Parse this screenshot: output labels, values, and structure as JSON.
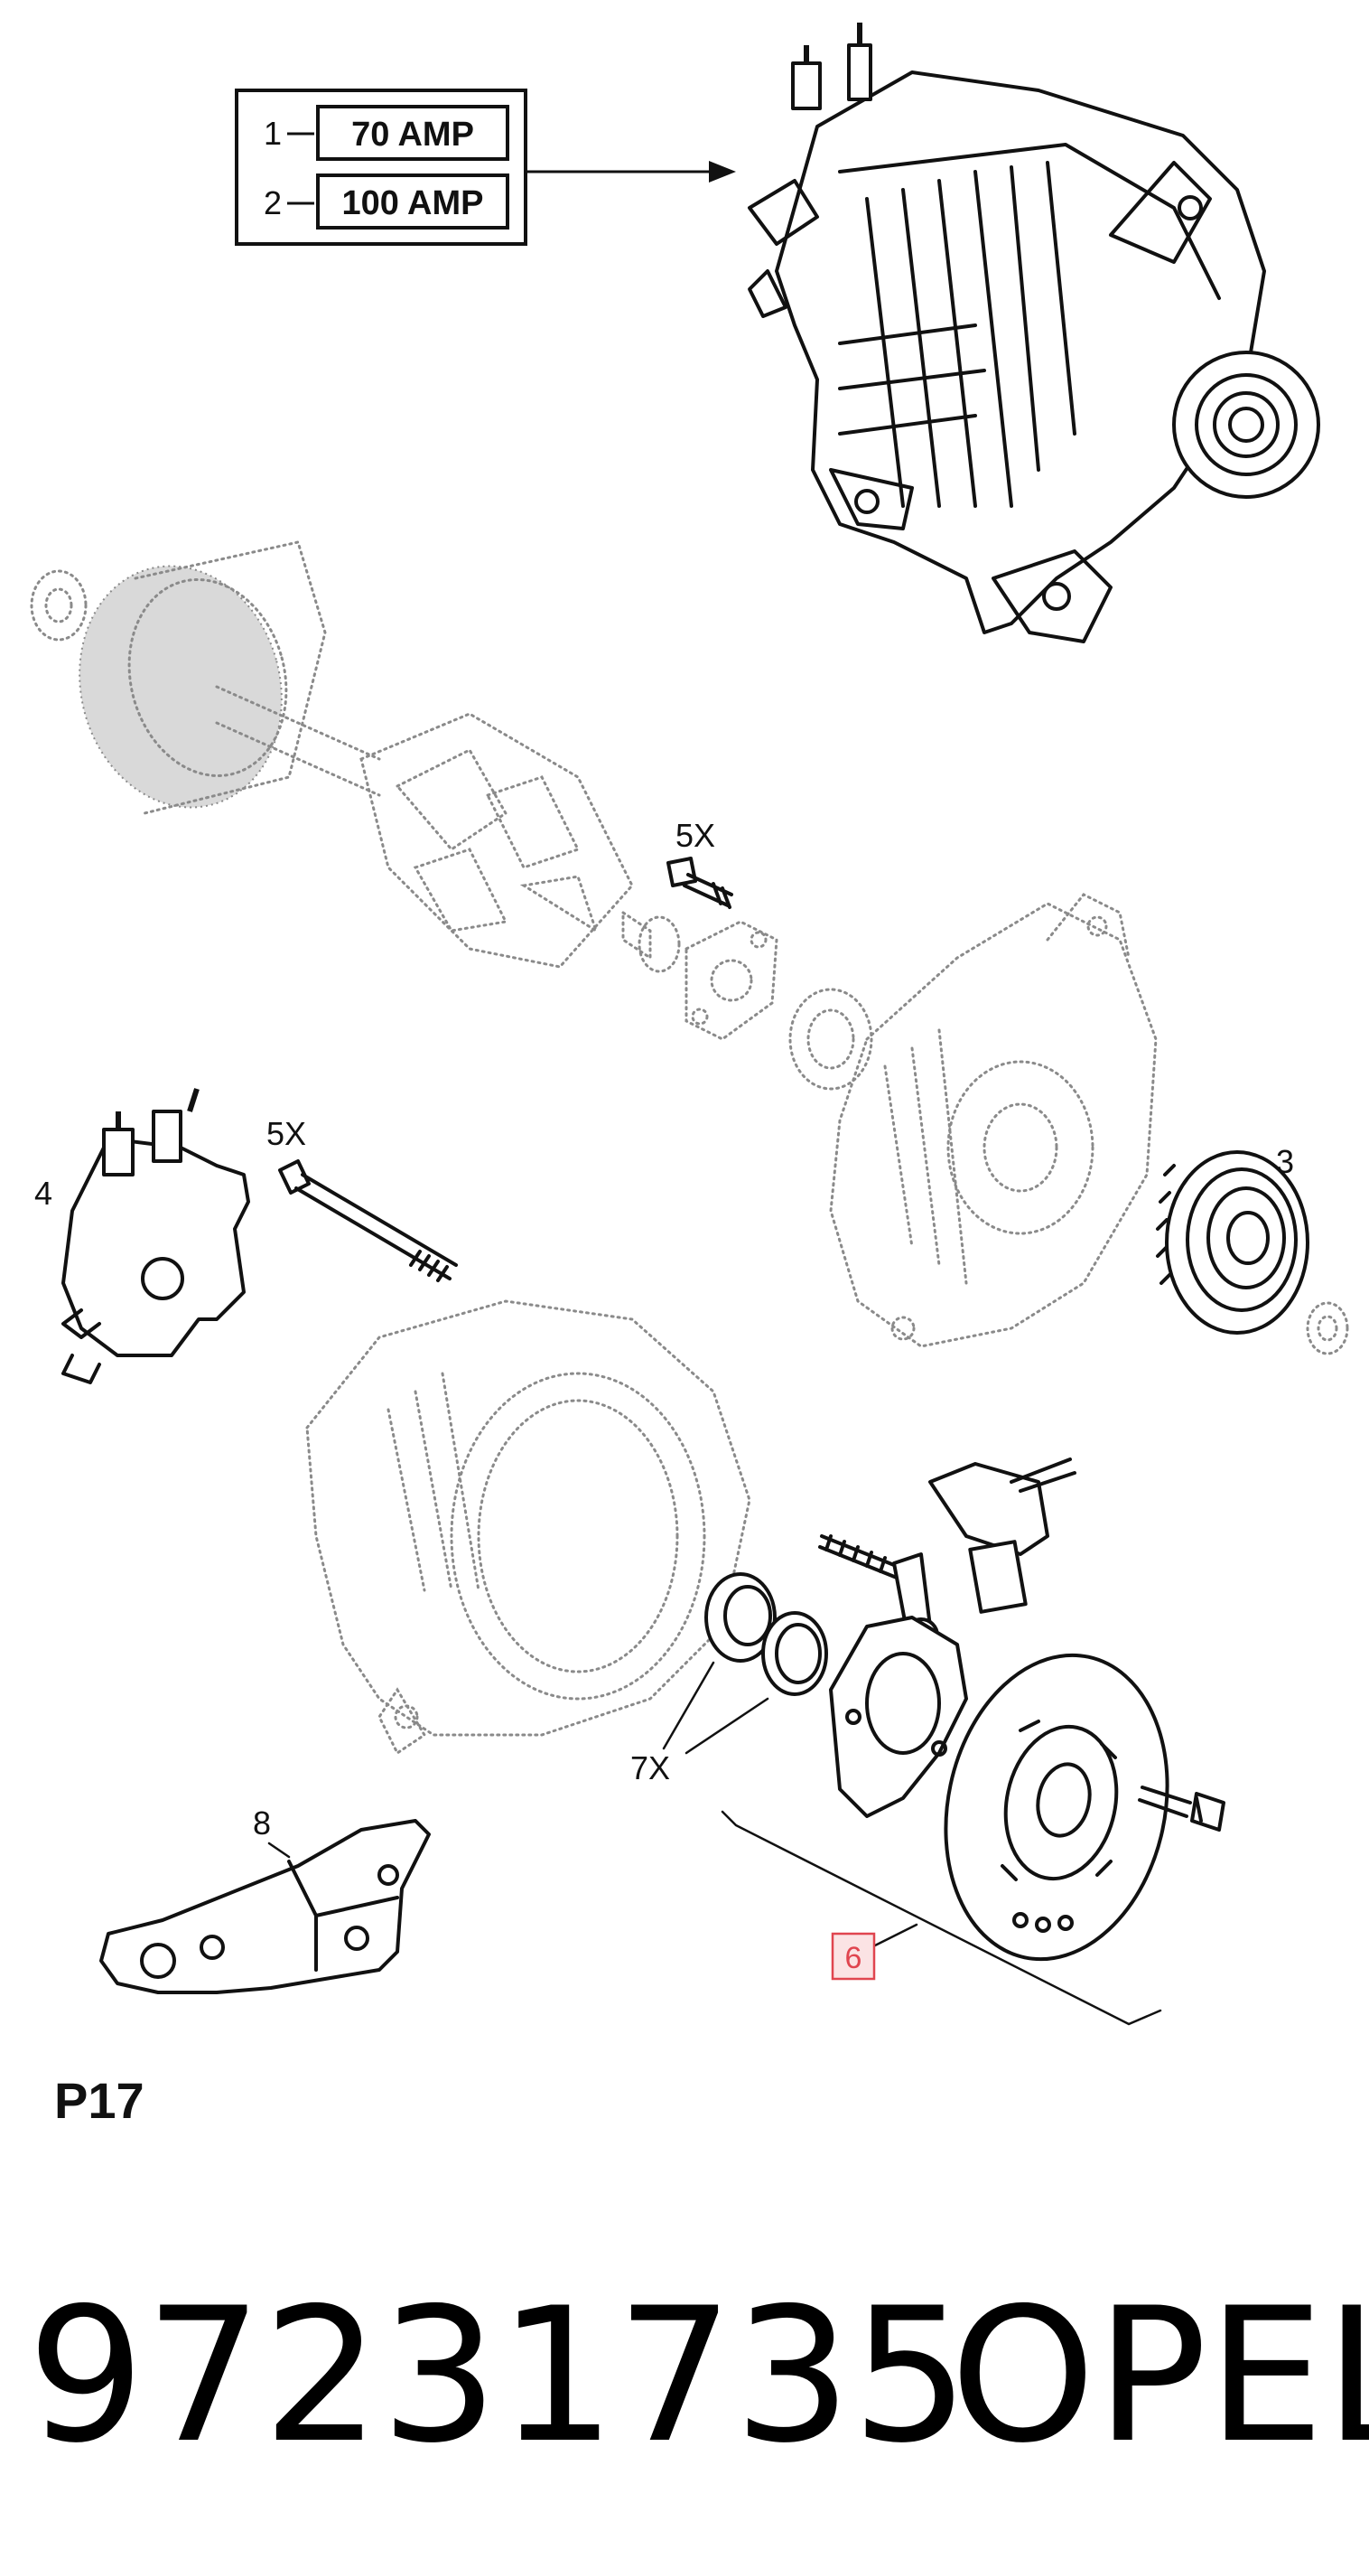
{
  "legend": {
    "rows": [
      {
        "index": "1",
        "label": "70 AMP"
      },
      {
        "index": "2",
        "label": "100 AMP"
      }
    ]
  },
  "callouts": {
    "bolt_top": "5X",
    "bolt_left": "5X",
    "regulator": "4",
    "pulley": "3",
    "bearings": "7X",
    "bracket": "8",
    "slip_ring_set": "6"
  },
  "page_code": "P17",
  "part_number": "97231735",
  "brand": "OPEL",
  "colors": {
    "line": "#111111",
    "ghost": "#8a8a8a",
    "highlight_border": "#e0454f",
    "highlight_fill": "#fbe3e4"
  }
}
